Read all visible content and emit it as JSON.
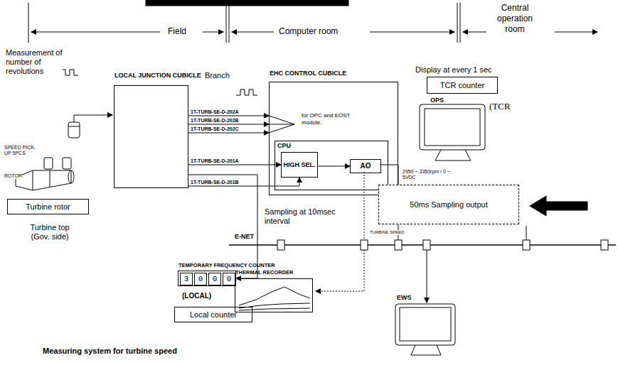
{
  "diagram": {
    "caption": "Measuring system for turbine speed",
    "nodes": [
      {
        "text": [
          "LOCAL JUNCTION CUBICLE"
        ]
      },
      {
        "text": [
          "EHC CONTROL CUBICLE"
        ]
      },
      {
        "text": [
          "CPU"
        ],
        "in": 1
      },
      {
        "text": [
          "HIGH SEL."
        ],
        "in": 2
      },
      {
        "text": [
          "AO"
        ],
        "in": 2
      },
      {
        "text": [
          "TCR counter"
        ]
      },
      {
        "text": [
          "OPS"
        ]
      },
      {
        "text": [
          "50ms Sampling output"
        ]
      },
      {
        "text": [
          "Turbine rotor"
        ]
      },
      {
        "text": [
          "TEMPORARY FREQUENCY COUNTER"
        ]
      },
      {
        "text": [
          "3"
        ],
        "in": 9
      },
      {
        "text": [
          "0"
        ],
        "in": 9
      },
      {
        "text": [
          "0"
        ],
        "in": 9
      },
      {
        "text": [
          "0"
        ],
        "in": 9
      },
      {
        "text": [
          "Local counter"
        ]
      },
      {
        "text": [
          "THERMAL RECORDER"
        ]
      },
      {
        "text": [
          "EWS"
        ]
      }
    ],
    "edges": [
      {
        "from": 0,
        "to": 1,
        "label": "1T-TURB-SE-D-202A",
        "arrow": "to"
      },
      {
        "from": 0,
        "to": 1,
        "label": "1T-TURB-SE-D-202B",
        "arrow": "to"
      },
      {
        "from": 0,
        "to": 1,
        "label": "1T-TURB-SE-D-202C",
        "arrow": "to"
      },
      {
        "from": 0,
        "to": 3,
        "label": "1T-TURB-SE-D-201A",
        "arrow": "to"
      },
      {
        "from": 0,
        "to": 3,
        "label": "1T-TURB-SE-D-201B",
        "arrow": "to"
      },
      {
        "from": 3,
        "to": 4,
        "arrow": "to"
      },
      {
        "from": 0,
        "to": 9,
        "arrow": "to"
      }
    ],
    "labels": [
      "Field",
      "Computer room",
      "Central operation room",
      "Measurement of number of revolutions",
      "Branch",
      "for OPC and EOST module.",
      "SPEED PICK-UP 5PCS",
      "ROTOR",
      "Turbine top (Gov. side)",
      "Sampling at 10msec interval",
      "2950 ~ 3350rpm / 0 ~ 5VDC",
      "Display at every 1 sec",
      "(TCR",
      "E-NET",
      "TURBINE SPEED",
      "(LOCAL)"
    ]
  }
}
